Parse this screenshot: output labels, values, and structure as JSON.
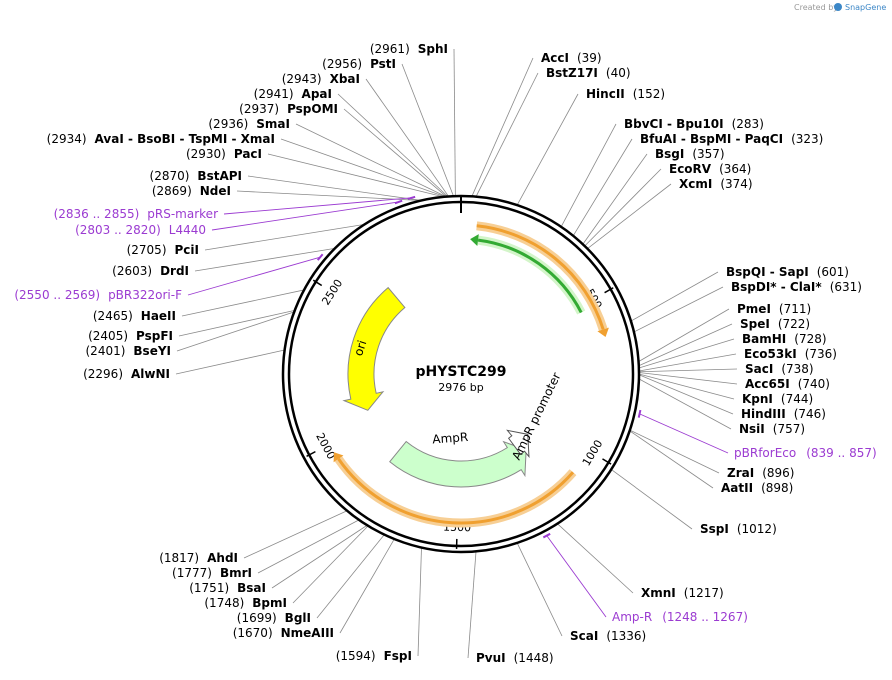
{
  "plasmid": {
    "name": "pHYSTC299",
    "length_label": "2976 bp",
    "total_bp": 2976
  },
  "brand": {
    "prefix": "Created by",
    "name": "SnapGene"
  },
  "ticks": [
    "500",
    "1000",
    "1500",
    "2000",
    "2500"
  ],
  "features": [
    {
      "id": "ori",
      "label": "ori",
      "color": "#ffff00",
      "start": 2056,
      "end": 2644,
      "direction": "reverse"
    },
    {
      "id": "ampr",
      "label": "AmpR",
      "color": "#ccffcc",
      "start": 1152,
      "end": 1811,
      "direction": "reverse"
    },
    {
      "id": "ampr-promoter",
      "label": "AmpR promoter",
      "color": "#ffffff",
      "start": 1092,
      "end": 1186,
      "direction": "reverse"
    },
    {
      "id": "orange-top",
      "label": "",
      "color": "#f0a030",
      "start": 50,
      "end": 600,
      "direction": "forward"
    },
    {
      "id": "green-top",
      "label": "",
      "color": "#33aa33",
      "start": 60,
      "end": 520,
      "direction": "forward"
    },
    {
      "id": "orange-bottom",
      "label": "",
      "color": "#f0a030",
      "start": 1085,
      "end": 1945,
      "direction": "reverse"
    }
  ],
  "sites_right": [
    {
      "name": "AccI",
      "pos": "(39)"
    },
    {
      "name": "BstZ17I",
      "pos": "(40)"
    },
    {
      "name": "HincII",
      "pos": "(152)"
    },
    {
      "name": "BbvCI - Bpu10I",
      "pos": "(283)"
    },
    {
      "name": "BfuAI - BspMI - PaqCI",
      "pos": "(323)"
    },
    {
      "name": "BsgI",
      "pos": "(357)"
    },
    {
      "name": "EcoRV",
      "pos": "(364)"
    },
    {
      "name": "XcmI",
      "pos": "(374)"
    },
    {
      "name": "BspQI - SapI",
      "pos": "(601)"
    },
    {
      "name": "BspDI* - ClaI*",
      "pos": "(631)"
    },
    {
      "name": "PmeI",
      "pos": "(711)"
    },
    {
      "name": "SpeI",
      "pos": "(722)"
    },
    {
      "name": "BamHI",
      "pos": "(728)"
    },
    {
      "name": "Eco53kI",
      "pos": "(736)"
    },
    {
      "name": "SacI",
      "pos": "(738)"
    },
    {
      "name": "Acc65I",
      "pos": "(740)"
    },
    {
      "name": "KpnI",
      "pos": "(744)"
    },
    {
      "name": "HindIII",
      "pos": "(746)"
    },
    {
      "name": "NsiI",
      "pos": "(757)"
    },
    {
      "name": "ZraI",
      "pos": "(896)"
    },
    {
      "name": "AatII",
      "pos": "(898)"
    },
    {
      "name": "SspI",
      "pos": "(1012)"
    },
    {
      "name": "XmnI",
      "pos": "(1217)"
    },
    {
      "name": "ScaI",
      "pos": "(1336)"
    },
    {
      "name": "PvuI",
      "pos": "(1448)"
    }
  ],
  "sites_left": [
    {
      "name": "SphI",
      "pos": "(2961)"
    },
    {
      "name": "PstI",
      "pos": "(2956)"
    },
    {
      "name": "XbaI",
      "pos": "(2943)"
    },
    {
      "name": "ApaI",
      "pos": "(2941)"
    },
    {
      "name": "PspOMI",
      "pos": "(2937)"
    },
    {
      "name": "SmaI",
      "pos": "(2936)"
    },
    {
      "name": "AvaI - BsoBI - TspMI - XmaI",
      "pos": "(2934)"
    },
    {
      "name": "PacI",
      "pos": "(2930)"
    },
    {
      "name": "BstAPI",
      "pos": "(2870)"
    },
    {
      "name": "NdeI",
      "pos": "(2869)"
    },
    {
      "name": "PciI",
      "pos": "(2705)"
    },
    {
      "name": "DrdI",
      "pos": "(2603)"
    },
    {
      "name": "HaeII",
      "pos": "(2465)"
    },
    {
      "name": "PspFI",
      "pos": "(2405)"
    },
    {
      "name": "BseYI",
      "pos": "(2401)"
    },
    {
      "name": "AlwNI",
      "pos": "(2296)"
    },
    {
      "name": "AhdI",
      "pos": "(1817)"
    },
    {
      "name": "BmrI",
      "pos": "(1777)"
    },
    {
      "name": "BsaI",
      "pos": "(1751)"
    },
    {
      "name": "BpmI",
      "pos": "(1748)"
    },
    {
      "name": "BglI",
      "pos": "(1699)"
    },
    {
      "name": "NmeAIII",
      "pos": "(1670)"
    },
    {
      "name": "FspI",
      "pos": "(1594)"
    }
  ],
  "primers": [
    {
      "name": "pRS-marker",
      "pos": "(2836 .. 2855)"
    },
    {
      "name": "L4440",
      "pos": "(2803 .. 2820)"
    },
    {
      "name": "pBR322ori-F",
      "pos": "(2550 .. 2569)"
    },
    {
      "name": "pBRforEco",
      "pos": "(839 .. 857)"
    },
    {
      "name": "Amp-R",
      "pos": "(1248 .. 1267)"
    }
  ]
}
